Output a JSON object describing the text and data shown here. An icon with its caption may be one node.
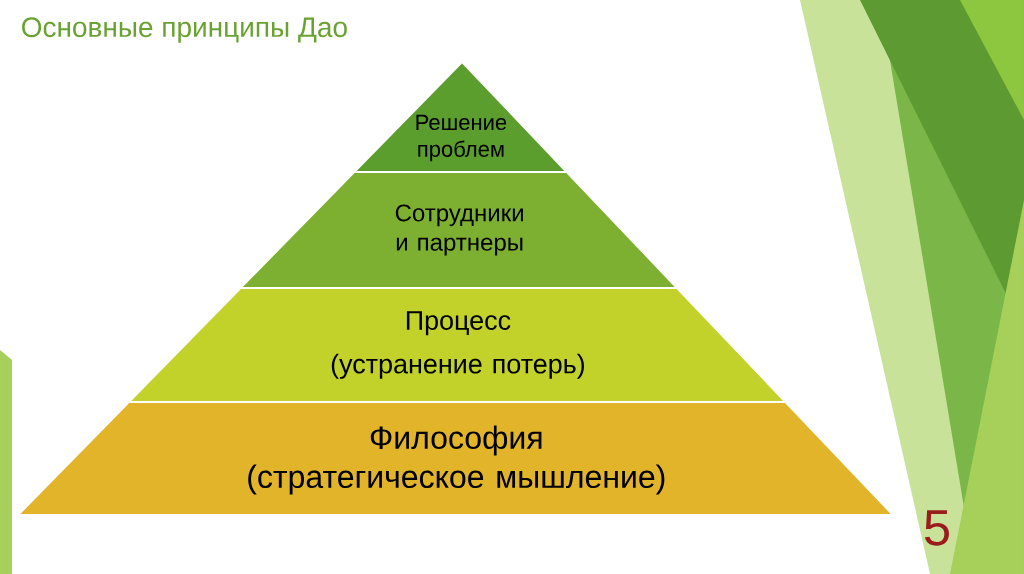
{
  "diagram": {
    "title": "Основные принципы Дао",
    "nodes": [
      {
        "text": [
          "Решение проблем"
        ]
      },
      {
        "text": [
          "Сотрудники и партнеры"
        ]
      },
      {
        "text": [
          "Процесс",
          "(устранение потерь)"
        ]
      },
      {
        "text": [
          "Философия (стратегическое мышление)"
        ]
      }
    ],
    "labels": [
      "5"
    ]
  }
}
